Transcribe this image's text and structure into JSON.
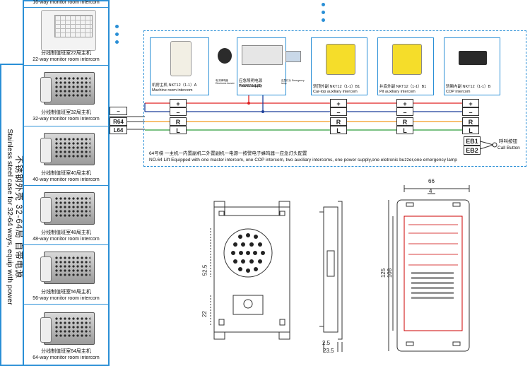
{
  "side_label": {
    "cn": "不锈钢外壳 32-64局 自带电源",
    "en": "Stainless steel case for 32-64 ways, equip with power"
  },
  "products": [
    {
      "cn": "",
      "en": "16-way monitor room intercom"
    },
    {
      "cn": "分线制值班室22局主机",
      "en": "22-way monitor room intercom"
    },
    {
      "cn": "分线制值班室32局主机",
      "en": "32-way monitor room intercom"
    },
    {
      "cn": "分线制值班室40局主机",
      "en": "40-way monitor room intercom"
    },
    {
      "cn": "分线制值班室48局主机",
      "en": "48-way monitor room intercom"
    },
    {
      "cn": "分线制值班室56局主机",
      "en": "56-way monitor room intercom"
    },
    {
      "cn": "分线制值班室64局主机",
      "en": "64-way monitor room intercom"
    }
  ],
  "lines": [
    "–",
    "R64",
    "L64"
  ],
  "devices": [
    {
      "cn": "机房主机 NKT12（1-1）A",
      "en": "Machine room intercom"
    },
    {
      "cn": "应急照明电源RKP220/12D",
      "en": "Power supply"
    },
    {
      "cn": "轿顶外副 NKT12（1-1）B1",
      "en": "Car-top auxiliary intercom"
    },
    {
      "cn": "井底外副 NKT12（1-1）B1",
      "en": "Pit auxiliary intercom"
    },
    {
      "cn": "轿厢内副 NKT12（1-1）B",
      "en": "COP intercom"
    }
  ],
  "small_parts": [
    {
      "label": "电子蜂鸣器 Electronic buzzer"
    },
    {
      "label": "应急灯头 Emergency lamp"
    }
  ],
  "terminals": [
    "+",
    "–",
    "R",
    "L"
  ],
  "call_buttons": [
    "EB1",
    "EB2"
  ],
  "call_button_label": {
    "cn": "呼叫按钮",
    "en": "Call Button"
  },
  "note": {
    "cn": "64号梯  一主机一内置副机二外置副机一电源一按警电子蜂鸣器一应急灯头配置",
    "en": "NO.64  Lift  Equipped with one master intercom, one COP intercom, two auxiliary intercoms, one power supply,one eletronic buzzer,one emergency lamp"
  },
  "dimensions": {
    "front": [
      "52.5",
      "22"
    ],
    "side": [
      "2.5",
      "23.5"
    ],
    "label_view": [
      "66",
      "4",
      "125",
      "108"
    ]
  },
  "colors": {
    "accent": "#2a8fd6",
    "red": "#e02020",
    "orange": "#f39a1e",
    "yellow": "#e8c200",
    "green": "#2e9e3a",
    "darkblue": "#1c3f9a"
  }
}
